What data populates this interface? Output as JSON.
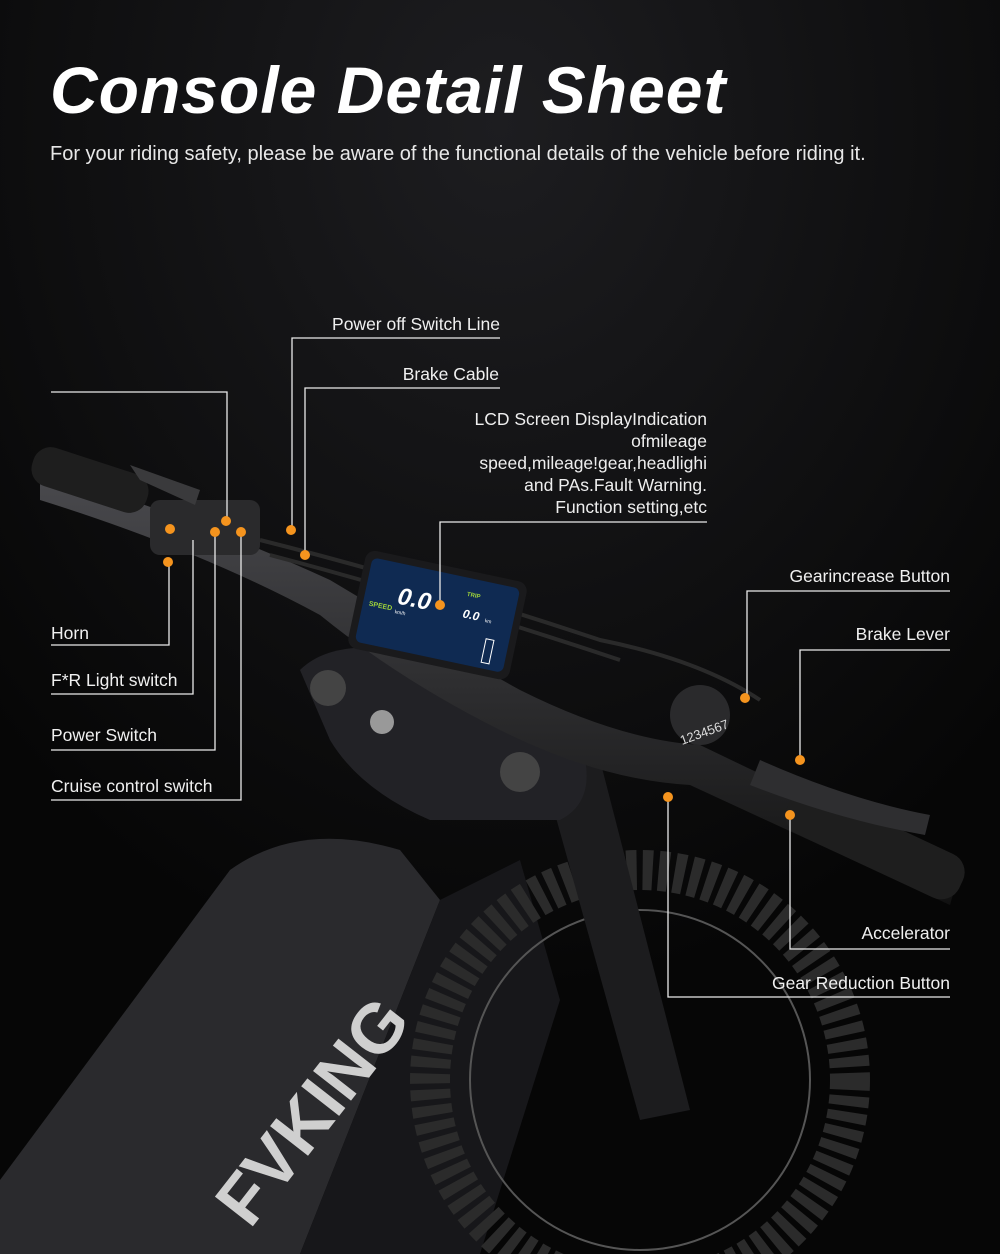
{
  "title": "Console Detail Sheet",
  "subtitle": "For your riding safety, please be aware of the functional details of the vehicle before riding it.",
  "labels": {
    "power_off_switch_line": "Power off Switch Line",
    "brake_cable": "Brake Cable",
    "lcd_lines": [
      "LCD Screen DisplayIndication",
      "ofmileage",
      "speed,mileage!gear,headlighi",
      "and PAs.Fault Warning.",
      "Function setting,etc"
    ],
    "horn": "Horn",
    "fr_light_switch": "F*R Light switch",
    "power_switch": "Power Switch",
    "cruise_control_switch": "Cruise control switch",
    "gear_increase_button": "Gearincrease Button",
    "brake_lever": "Brake Lever",
    "accelerator": "Accelerator",
    "gear_reduction_button": "Gear Reduction Button"
  },
  "display": {
    "speed": "0.0",
    "speed_label": "SPEED",
    "speed_unit": "km/h",
    "trip_label": "TRIP",
    "trip": "0.0",
    "trip_unit": "km"
  },
  "shifter_gears": "1234567",
  "brand_logo": "FVKING",
  "colors": {
    "accent": "#f5941e",
    "background": "#0b0b0c",
    "lcd": "#0f2a52"
  }
}
